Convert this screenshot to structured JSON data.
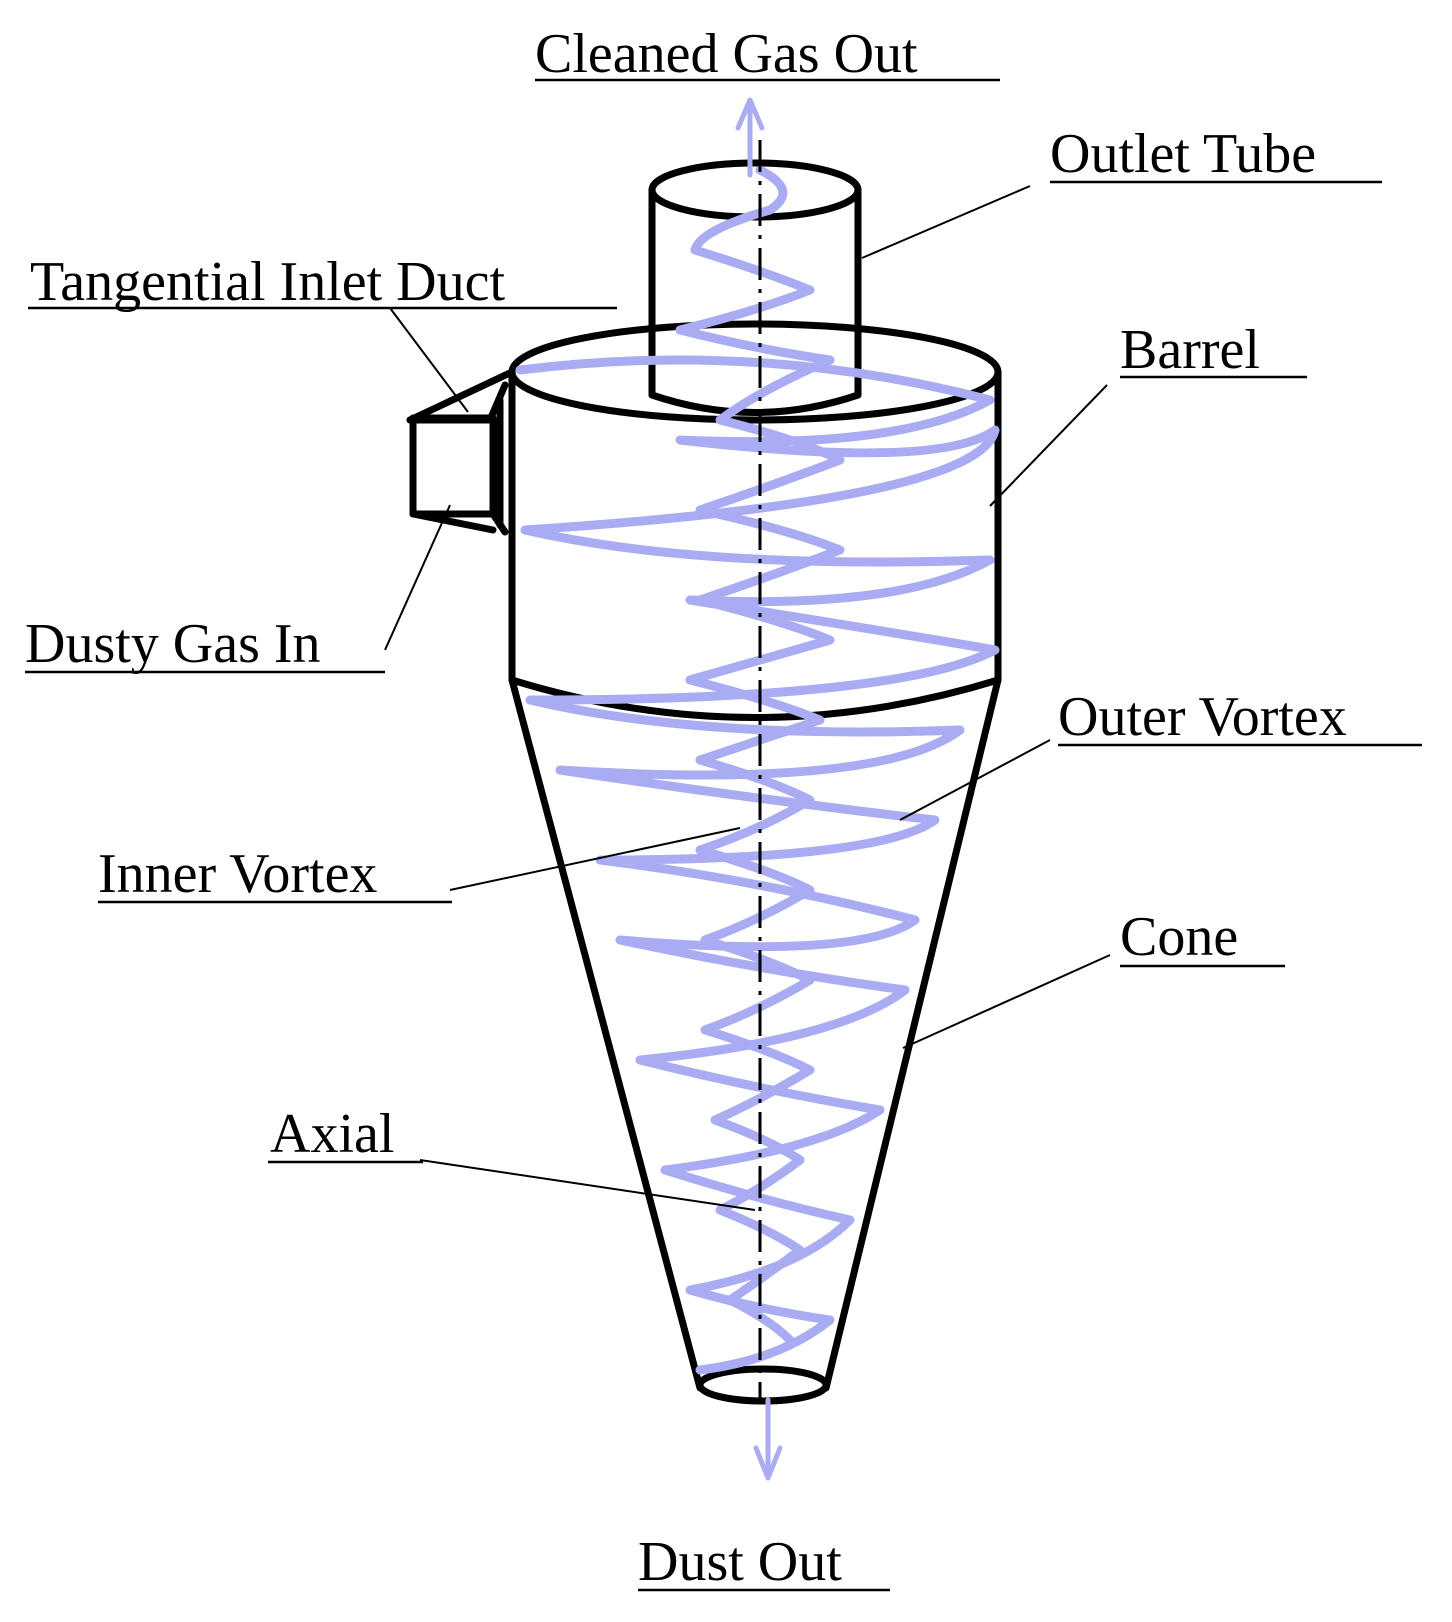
{
  "labels": {
    "cleaned_gas_out": "Cleaned Gas Out",
    "outlet_tube": "Outlet Tube",
    "tangential_inlet_duct": "Tangential Inlet Duct",
    "barrel": "Barrel",
    "dusty_gas_in": "Dusty Gas In",
    "outer_vortex": "Outer Vortex",
    "inner_vortex": "Inner Vortex",
    "cone": "Cone",
    "axial": "Axial",
    "dust_out": "Dust Out"
  },
  "colors": {
    "vortex": "#a9acf2",
    "outline": "#000000",
    "background": "#ffffff"
  }
}
